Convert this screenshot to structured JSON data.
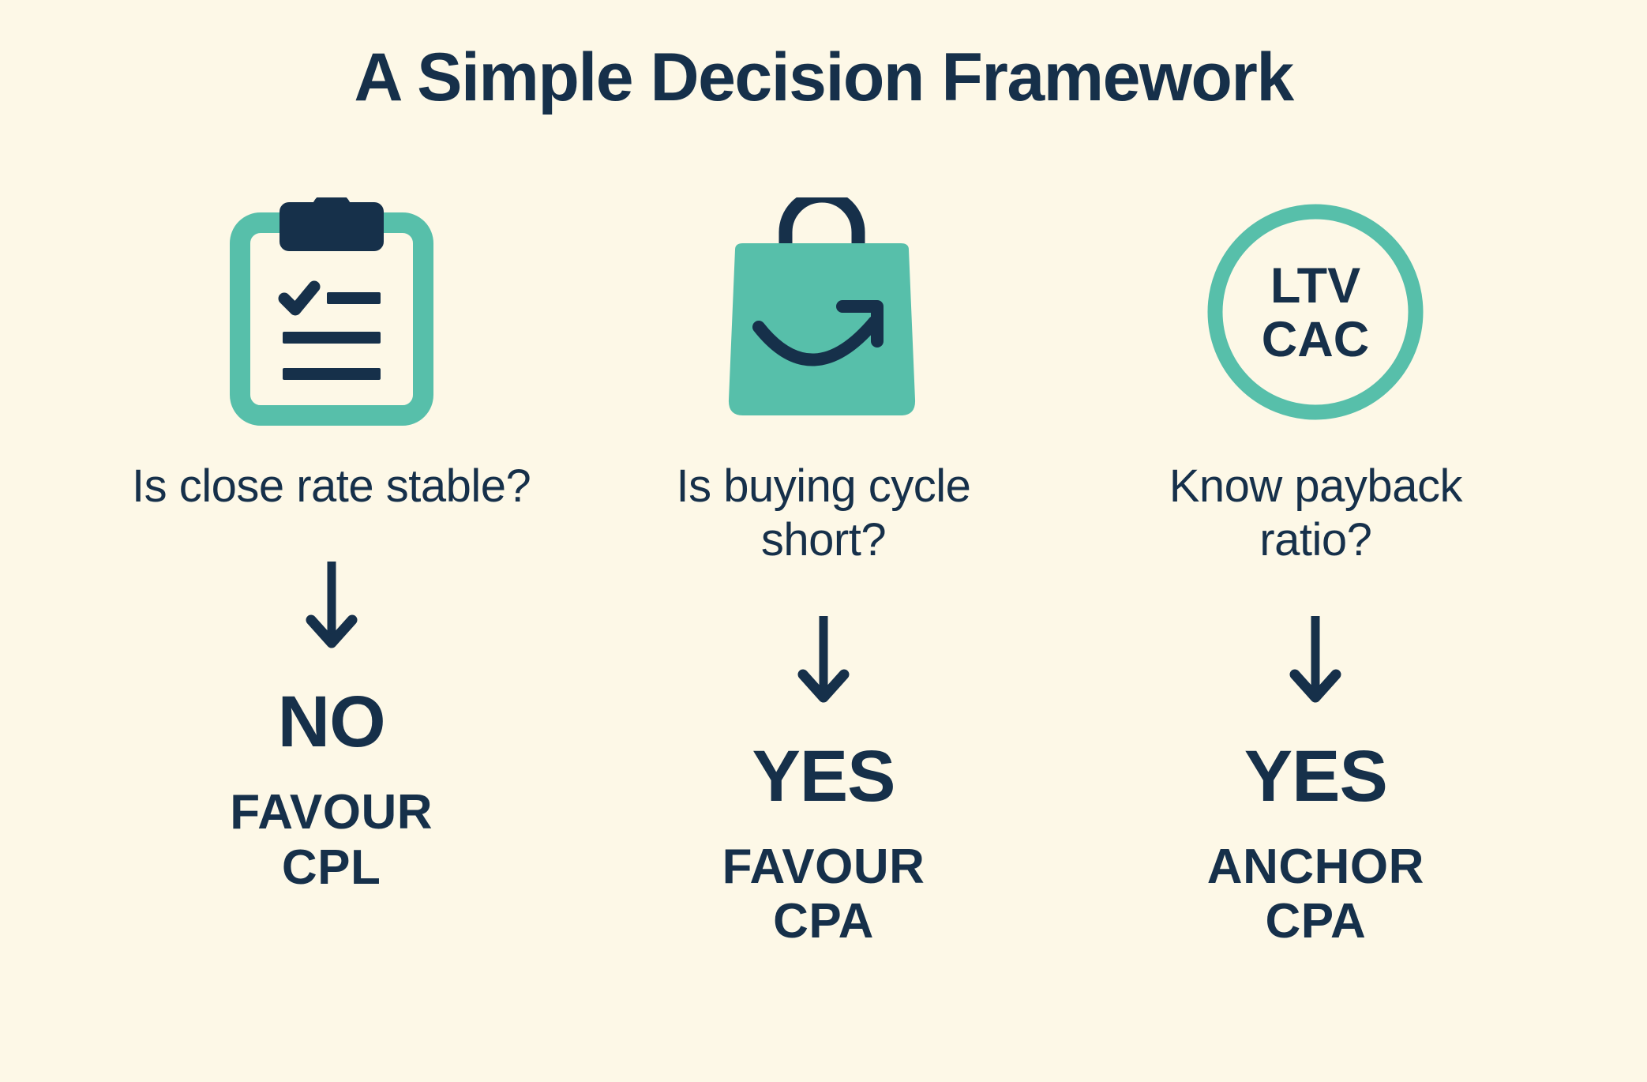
{
  "theme": {
    "background": "#fdf8e7",
    "navy": "#16304a",
    "teal": "#57bfaa",
    "paper": "#fdf8e7"
  },
  "header": {
    "title": "A Simple Decision Framework"
  },
  "columns": [
    {
      "icon": "clipboard-checklist-icon",
      "question": "Is close rate stable?",
      "arrow": "down-arrow-icon",
      "verdict": "NO",
      "action_line1": "FAVOUR",
      "action_line2": "CPL"
    },
    {
      "icon": "shopping-bag-icon",
      "question": "Is buying cycle short?",
      "arrow": "down-arrow-icon",
      "verdict": "YES",
      "action_line1": "FAVOUR",
      "action_line2": "CPA"
    },
    {
      "icon": "ltv-cac-ratio-icon",
      "icon_label_line1": "LTV",
      "icon_label_line2": "CAC",
      "question": "Know payback ratio?",
      "arrow": "down-arrow-icon",
      "verdict": "YES",
      "action_line1": "ANCHOR",
      "action_line2": "CPA"
    }
  ]
}
